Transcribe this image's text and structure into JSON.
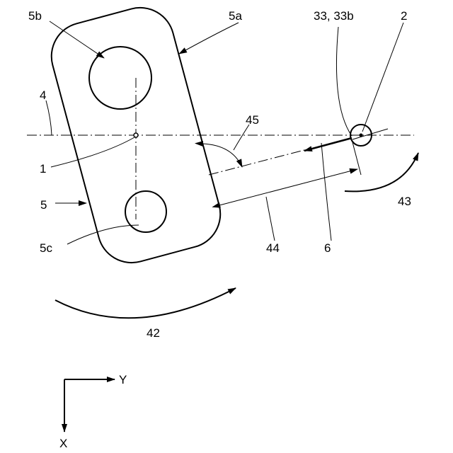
{
  "labels": {
    "l5b": "5b",
    "l5a": "5a",
    "l33": "33, 33b",
    "l2": "2",
    "l4": "4",
    "l45": "45",
    "l1": "1",
    "l5": "5",
    "l43": "43",
    "l5c": "5c",
    "l44": "44",
    "l6": "6",
    "l42": "42",
    "lY": "Y",
    "lX": "X"
  }
}
